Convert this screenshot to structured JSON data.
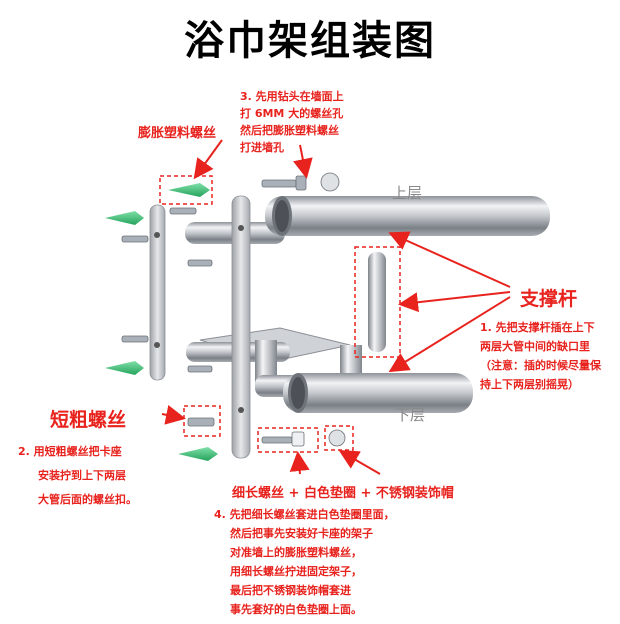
{
  "title": "浴巾架组装图",
  "labels": {
    "expansion_anchor": "膨胀塑料螺丝",
    "upper": "上层",
    "lower": "下层",
    "support_rod": "支撑杆",
    "short_screw": "短粗螺丝",
    "long_screw_combo": "细长螺丝 + 白色垫圈 + 不锈钢装饰帽"
  },
  "step3": [
    "3. 先用钻头在墙面上",
    "打 6MM 大的螺丝孔",
    "然后把膨胀塑料螺丝",
    "打进墙孔"
  ],
  "step1": [
    "1. 先把支撑杆插在上下",
    "两层大管中间的缺口里",
    "（注意：插的时候尽量保",
    "持上下两层别摇晃）"
  ],
  "step2": [
    "2. 用短粗螺丝把卡座",
    "安装拧到上下两层",
    "大管后面的螺丝扣。"
  ],
  "step4": [
    "4. 先把细长螺丝套进白色垫圈里面，",
    "然后把事先安装好卡座的架子",
    "对准墙上的膨胀塑料螺丝，",
    "用细长螺丝拧进固定架子，",
    "最后把不锈钢装饰帽套进",
    "事先套好的白色垫圈上面。"
  ],
  "colors": {
    "accent_red": "#e8231e",
    "anchor_green": "#3fc27a",
    "steel": "#b8bcc2"
  }
}
